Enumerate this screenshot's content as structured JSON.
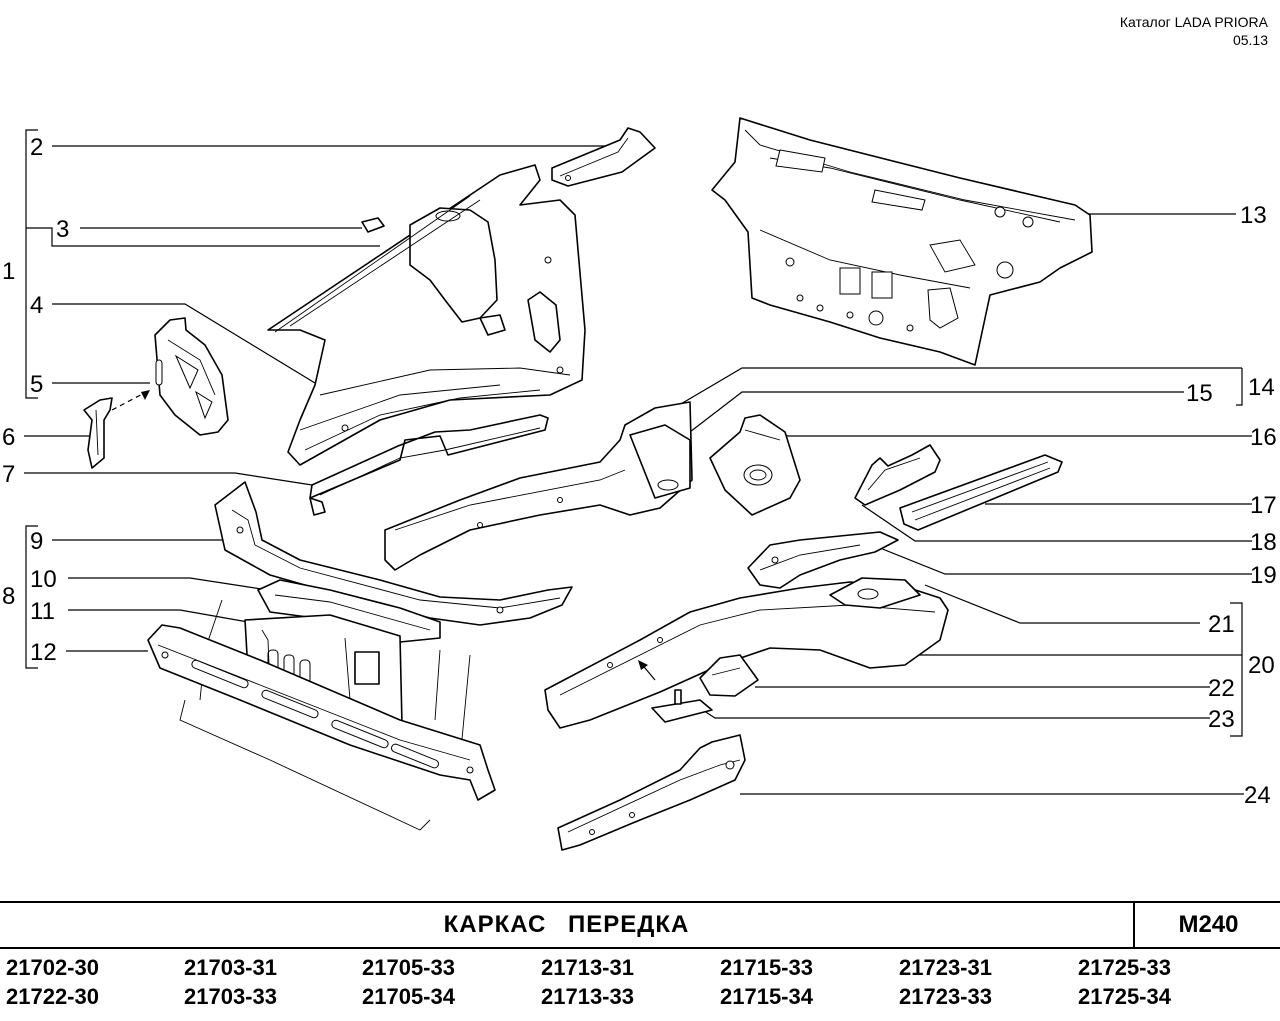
{
  "header": {
    "catalog": "Каталог  LADA  PRIORA",
    "date": "05.13"
  },
  "callouts": [
    "1",
    "2",
    "3",
    "4",
    "5",
    "6",
    "7",
    "8",
    "9",
    "10",
    "11",
    "12",
    "13",
    "14",
    "15",
    "16",
    "17",
    "18",
    "19",
    "20",
    "21",
    "22",
    "23",
    "24"
  ],
  "footer": {
    "title": "КАРКАС   ПЕРЕДКА",
    "code": "M240"
  },
  "models": [
    [
      "21702-30",
      "21722-30"
    ],
    [
      "21703-31",
      "21703-33"
    ],
    [
      "21705-33",
      "21705-34"
    ],
    [
      "21713-31",
      "21713-33"
    ],
    [
      "21715-33",
      "21715-34"
    ],
    [
      "21723-31",
      "21723-33"
    ],
    [
      "21725-33",
      "21725-34"
    ]
  ]
}
